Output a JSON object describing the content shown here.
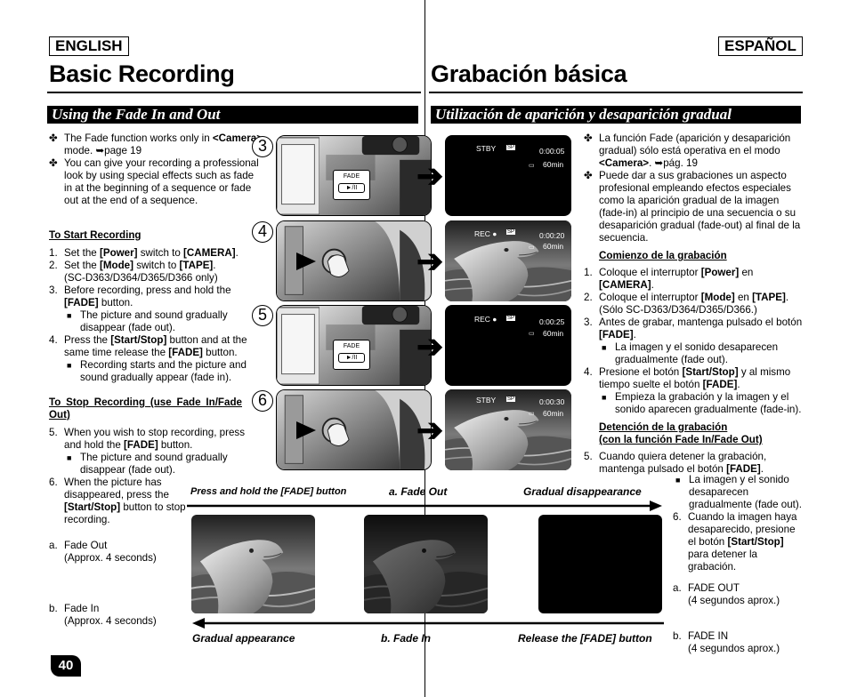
{
  "left": {
    "lang": "ENGLISH",
    "title": "Basic Recording",
    "section": "Using the Fade In and Out",
    "intro": {
      "b1": [
        "The Fade function works only in ",
        "<Camera>",
        " mode. ➥page 19"
      ],
      "b2": "You can give your recording a professional look by using special effects such as fade in at the beginning of a sequence or fade out at the end of a sequence."
    },
    "start_heading": "To Start Recording",
    "start": {
      "s1": [
        "Set the ",
        "[Power]",
        " switch to ",
        "[CAMERA]",
        "."
      ],
      "s2": [
        "Set the ",
        "[Mode]",
        " switch to ",
        "[TAPE]",
        ".",
        "(SC-D363/D364/D365/D366 only)"
      ],
      "s3": [
        "Before recording, press and hold the ",
        "[FADE]",
        " button."
      ],
      "s3a": "The picture and sound gradually disappear (fade out).",
      "s4": [
        "Press the ",
        "[Start/Stop]",
        " button and at the same time release the ",
        "[FADE]",
        " button."
      ],
      "s4a": "Recording starts and the picture and sound gradually appear (fade in)."
    },
    "stop_heading": "To Stop Recording (use Fade In/Fade Out)",
    "stop": {
      "s5": [
        "When you wish to stop recording, press and hold the ",
        "[FADE]",
        " button."
      ],
      "s5a": "The picture and sound gradually disappear (fade out).",
      "s6": [
        "When the picture has disappeared, press the ",
        "[Start/Stop]",
        " button to stop recording."
      ]
    },
    "notes": {
      "a_label": "a.",
      "a": [
        "Fade Out",
        "(Approx. 4 seconds)"
      ],
      "b_label": "b.",
      "b": [
        "Fade In",
        "(Approx. 4 seconds)"
      ]
    },
    "page_number": "40"
  },
  "right": {
    "lang": "ESPAÑOL",
    "title": "Grabación básica",
    "section": "Utilización de aparición y desaparición gradual",
    "intro": {
      "b1": [
        "La función Fade (aparición y desaparición gradual) sólo está operativa en el modo ",
        "<Camera>",
        ". ➥pág. 19"
      ],
      "b2": "Puede dar a sus grabaciones un aspecto profesional empleando efectos especiales como la aparición gradual de la imagen (fade-in) al principio de una secuencia o su desaparición gradual (fade-out) al final de la secuencia."
    },
    "start_heading": "Comienzo de la grabación",
    "start": {
      "s1": [
        "Coloque el interruptor ",
        "[Power]",
        " en ",
        "[CAMERA]",
        "."
      ],
      "s2": [
        "Coloque el interruptor ",
        "[Mode]",
        " en ",
        "[TAPE]",
        ".",
        "(Sólo SC-D363/D364/D365/D366.)"
      ],
      "s3": [
        "Antes de grabar, mantenga pulsado el botón ",
        "[FADE]",
        "."
      ],
      "s3a": "La imagen y el sonido desaparecen gradualmente (fade out).",
      "s4": [
        "Presione el botón ",
        "[Start/Stop]",
        " y al mismo tiempo suelte el botón ",
        "[FADE]",
        "."
      ],
      "s4a": "Empieza la grabación y la imagen y el sonido aparecen gradualmente (fade-in)."
    },
    "stop_heading": [
      "Detención de la grabación",
      "(con la función Fade In/Fade Out)"
    ],
    "stop": {
      "s5": [
        "Cuando quiera detener la grabación, mantenga pulsado el botón ",
        "[FADE]",
        "."
      ],
      "s5a": "La imagen y el sonido desaparecen gradualmente (fade out).",
      "s6": [
        "Cuando la imagen haya desaparecido, presione el botón ",
        "[Start/Stop]",
        " para detener la grabación."
      ]
    },
    "notes": {
      "a_label": "a.",
      "a": [
        "FADE OUT",
        "(4 segundos aprox.)"
      ],
      "b_label": "b.",
      "b": [
        "FADE IN",
        "(4 segundos aprox.)"
      ]
    }
  },
  "steps": [
    {
      "num": "3",
      "screen": {
        "mode": "STBY",
        "tape": "SP",
        "time": "0:00:05",
        "remaining": "60min"
      }
    },
    {
      "num": "4",
      "screen": {
        "mode": "REC ●",
        "tape": "SP",
        "time": "0:00:20",
        "remaining": "60min"
      }
    },
    {
      "num": "5",
      "screen": {
        "mode": "REC ●",
        "tape": "SP",
        "time": "0:00:25",
        "remaining": "60min"
      }
    },
    {
      "num": "6",
      "screen": {
        "mode": "STBY",
        "tape": "SP",
        "time": "0:00:30",
        "remaining": "60min"
      }
    }
  ],
  "camera_labels": {
    "fade": "FADE",
    "play": "►/II"
  },
  "diagram": {
    "top": [
      "Press and hold the [FADE] button",
      "a. Fade Out",
      "Gradual disappearance"
    ],
    "bottom": [
      "Gradual appearance",
      "b. Fade In",
      "Release the [FADE] button"
    ]
  },
  "markers": {
    "clover": "✤",
    "square": "■",
    "arrow": "➔"
  },
  "colors": {
    "ink": "#000000",
    "paper": "#ffffff"
  }
}
